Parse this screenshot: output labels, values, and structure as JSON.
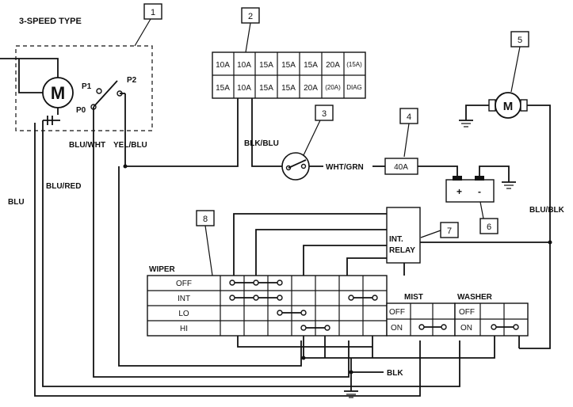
{
  "labels": {
    "title": "3-SPEED TYPE",
    "p1": "P1",
    "p2": "P2",
    "p0": "P0",
    "motor": "M",
    "blu_wht": "BLU/WHT",
    "yel_blu": "YEL/BLU",
    "blu_red": "BLU/RED",
    "blu": "BLU",
    "blk_blu": "BLK/BLU",
    "wht_grn": "WHT/GRN",
    "main_fuse": "40A",
    "plus": "+",
    "minus": "-",
    "blu_blk": "BLU/BLK",
    "relay_line1": "INT.",
    "relay_line2": "RELAY",
    "blk": "BLK"
  },
  "callouts": [
    "1",
    "2",
    "3",
    "4",
    "5",
    "6",
    "7",
    "8"
  ],
  "fuse_box": {
    "top_row": [
      "10A",
      "10A",
      "15A",
      "15A",
      "15A",
      "20A",
      "(15A)"
    ],
    "bottom_row": [
      "15A",
      "10A",
      "15A",
      "15A",
      "20A",
      "(20A)",
      "DIAG"
    ]
  },
  "wiper_switch": {
    "title": "WIPER",
    "rows": [
      "OFF",
      "INT",
      "LO",
      "HI"
    ]
  },
  "mist_switch": {
    "title": "MIST",
    "rows": [
      "OFF",
      "ON"
    ]
  },
  "washer_switch": {
    "title": "WASHER",
    "rows": [
      "OFF",
      "ON"
    ]
  }
}
